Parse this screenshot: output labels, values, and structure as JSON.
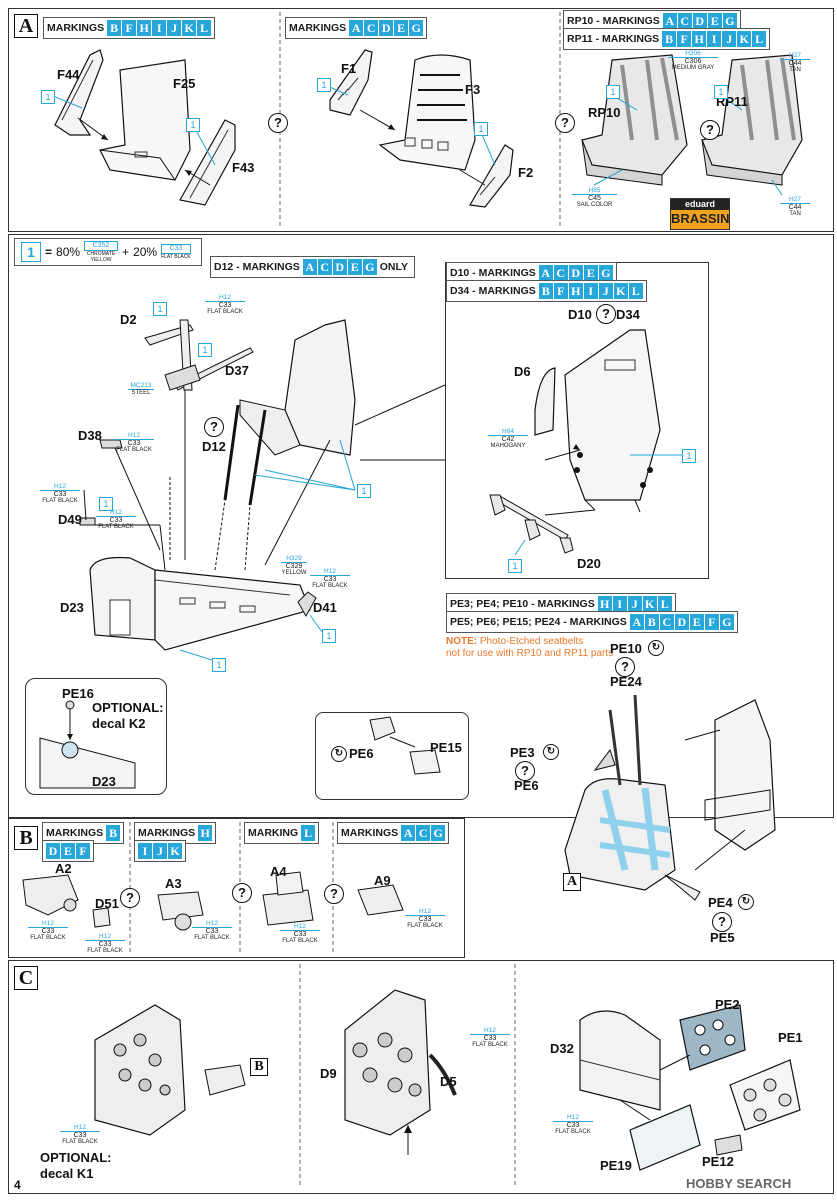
{
  "page_number": "4",
  "colors": {
    "accent": "#27a6d9",
    "note": "#e8792a",
    "line": "#111111"
  },
  "icons": [
    "question-circle-icon",
    "rotate-arrow-icon",
    "color-code-badge-icon",
    "leader-arrow-icon",
    "brassin-logo-icon"
  ],
  "sectionA": {
    "step_label": "A",
    "boxes": [
      {
        "label": "MARKINGS",
        "letters": [
          "B",
          "F",
          "H",
          "I",
          "J",
          "K",
          "L"
        ]
      },
      {
        "label": "MARKINGS",
        "letters": [
          "A",
          "C",
          "D",
          "E",
          "G"
        ]
      },
      {
        "label": "RP10 - MARKINGS",
        "letters": [
          "A",
          "C",
          "D",
          "E",
          "G"
        ]
      },
      {
        "label": "RP11 - MARKINGS",
        "letters": [
          "B",
          "F",
          "H",
          "I",
          "J",
          "K",
          "L"
        ]
      }
    ],
    "parts": [
      "F44",
      "F25",
      "F43",
      "F1",
      "F3",
      "F2",
      "RP10",
      "RP11"
    ],
    "q": "?",
    "badge": "1",
    "colors": {
      "rp10_top": {
        "code": "H306",
        "code2": "C306",
        "name": "MEDIUM GRAY"
      },
      "rp10_bottom": {
        "code": "H85",
        "code2": "C45",
        "name": "SAIL COLOR"
      },
      "rp11_top": {
        "code": "H27",
        "code2": "C44",
        "name": "TAN"
      },
      "rp11_bottom": {
        "code": "H27",
        "code2": "C44",
        "name": "TAN"
      }
    },
    "logo": {
      "top": "eduard",
      "bottom": "BRASSIN"
    }
  },
  "legend": {
    "badge": "1",
    "eq": "=",
    "pct1": "80%",
    "code1": "C352",
    "name1": "CHROMATE YELLOW",
    "plus": "+",
    "pct2": "20%",
    "code2": "C33",
    "name2": "FLAT BLACK"
  },
  "d12box": {
    "label": "D12 - MARKINGS",
    "letters": [
      "A",
      "C",
      "D",
      "E",
      "G"
    ],
    "suffix": "ONLY"
  },
  "d10box": {
    "label": "D10 - MARKINGS",
    "letters": [
      "A",
      "C",
      "D",
      "E",
      "G"
    ]
  },
  "d34box": {
    "label": "D34 - MARKINGS",
    "letters": [
      "B",
      "F",
      "H",
      "I",
      "J",
      "K",
      "L"
    ]
  },
  "mid": {
    "parts": [
      "D2",
      "D37",
      "D38",
      "D49",
      "D12",
      "D23",
      "D41",
      "D10",
      "D34",
      "D6",
      "D20"
    ],
    "c_h12": {
      "code": "H12",
      "code2": "C33",
      "name": "FLAT BLACK"
    },
    "c_mc": {
      "code": "MC213",
      "name": "STEEL"
    },
    "c_h329": {
      "code": "H329",
      "code2": "C329",
      "name": "YELLOW"
    },
    "c_h84": {
      "code": "H84",
      "code2": "C42",
      "name": "MAHOGANY"
    },
    "optional1": {
      "pe": "PE16",
      "text1": "OPTIONAL:",
      "text2": "decal K2",
      "part": "D23"
    }
  },
  "pe_boxes": [
    {
      "label": "PE3; PE4; PE10 - MARKINGS",
      "letters": [
        "H",
        "I",
        "J",
        "K",
        "L"
      ]
    },
    {
      "label": "PE5; PE6; PE15; PE24 - MARKINGS",
      "letters": [
        "A",
        "B",
        "C",
        "D",
        "E",
        "F",
        "G"
      ]
    }
  ],
  "pe_note": {
    "strong": "NOTE:",
    "line1": "Photo-Etched seatbelts",
    "line2": "not for use with RP10 and RP11 parts"
  },
  "pe_parts": [
    "PE10",
    "PE24",
    "PE6",
    "PE15",
    "PE3",
    "PE6",
    "PE4",
    "PE5"
  ],
  "sectionB": {
    "step_label": "B",
    "boxes": [
      {
        "label": "MARKINGS",
        "letters": [
          "B"
        ],
        "letters2": [
          "D",
          "E",
          "F"
        ]
      },
      {
        "label": "MARKINGS",
        "letters": [
          "H"
        ],
        "letters2": [
          "I",
          "J",
          "K"
        ]
      },
      {
        "label": "MARKING",
        "letters": [
          "L"
        ]
      },
      {
        "label": "MARKINGS",
        "letters": [
          "A",
          "C",
          "G"
        ]
      }
    ],
    "parts": [
      "A2",
      "D51",
      "A3",
      "A4",
      "A9"
    ]
  },
  "sectionC": {
    "step_label": "C",
    "parts": [
      "D9",
      "D5",
      "D32",
      "PE2",
      "PE1",
      "PE19",
      "PE12"
    ],
    "ref": "B",
    "optional": {
      "text1": "OPTIONAL:",
      "text2": "decal K1"
    }
  },
  "watermark": "HOBBY SEARCH"
}
